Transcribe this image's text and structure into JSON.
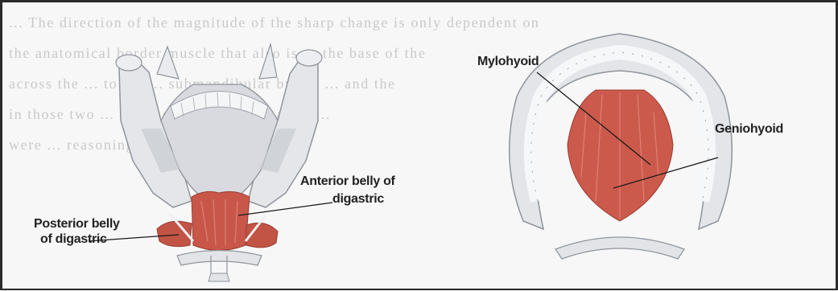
{
  "background_text": [
    "... The direction of the magnitude of the sharp change is only dependent on",
    "the anatomical border muscle that also is ... the base of the",
    "across the ... to the ... submandibular by the ... and the",
    "in those two ... the choice of ... alternative ...",
    "were ... reasoning ... also ... the ..."
  ],
  "labels": {
    "posterior_belly": [
      "Posterior belly",
      "of digastric"
    ],
    "anterior_belly": [
      "Anterior belly of",
      "digastric"
    ],
    "mylohyoid": "Mylohyoid",
    "geniohyoid": "Geniohyoid"
  },
  "colors": {
    "muscle": "#c8574a",
    "bone": "#e6e8ec",
    "bone_shade": "#a9adb4",
    "leader_line": "#1a1a1a"
  }
}
